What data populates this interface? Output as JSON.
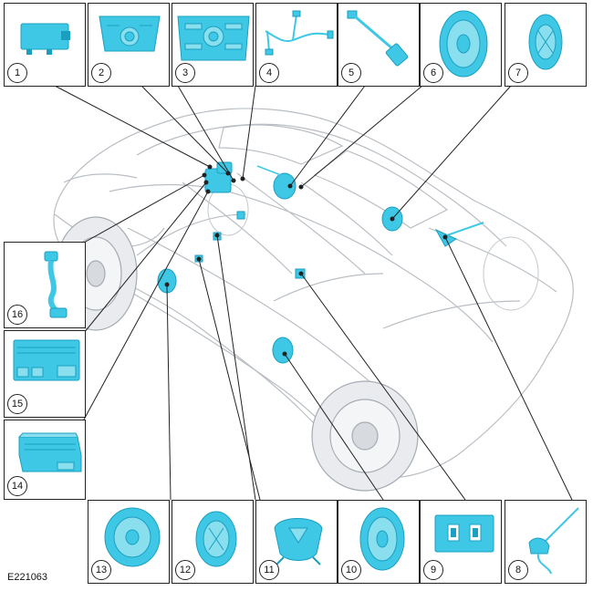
{
  "figure": {
    "id": "E221063",
    "callouts": [
      "1",
      "2",
      "3",
      "4",
      "5",
      "6",
      "7",
      "8",
      "9",
      "10",
      "11",
      "12",
      "13",
      "14",
      "15",
      "16"
    ]
  },
  "colors": {
    "part": "#3fc8e6",
    "part_dark": "#1a9fc0",
    "outline": "#222222",
    "vehicle": "#c7cbd0"
  },
  "icons": [
    "module-icon",
    "front-panel-icon",
    "control-panel-icon",
    "wiring-harness-icon",
    "antenna-cable-icon",
    "speaker-icon",
    "tweeter-icon",
    "roof-antenna-icon",
    "usb-port-icon",
    "midrange-speaker-icon",
    "subwoofer-icon",
    "amplifier-icon",
    "audio-unit-icon",
    "cable-icon",
    "vehicle-icon"
  ]
}
